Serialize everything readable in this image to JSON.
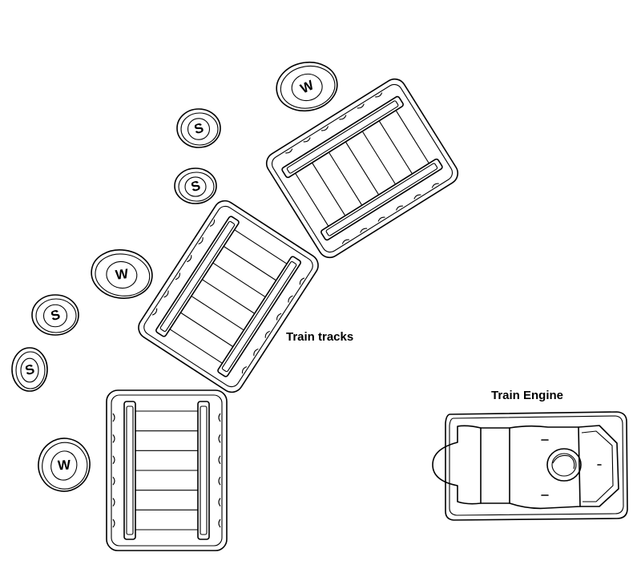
{
  "labels": {
    "tracks": "Train tracks",
    "engine": "Train Engine"
  },
  "tokens": [
    {
      "id": "w1",
      "letter": "W"
    },
    {
      "id": "s1",
      "letter": "S"
    },
    {
      "id": "s2",
      "letter": "S"
    },
    {
      "id": "w2",
      "letter": "W"
    },
    {
      "id": "s3",
      "letter": "S"
    },
    {
      "id": "s4",
      "letter": "S"
    },
    {
      "id": "w3",
      "letter": "W"
    }
  ],
  "colors": {
    "ink": "#000000",
    "background": "#ffffff"
  }
}
